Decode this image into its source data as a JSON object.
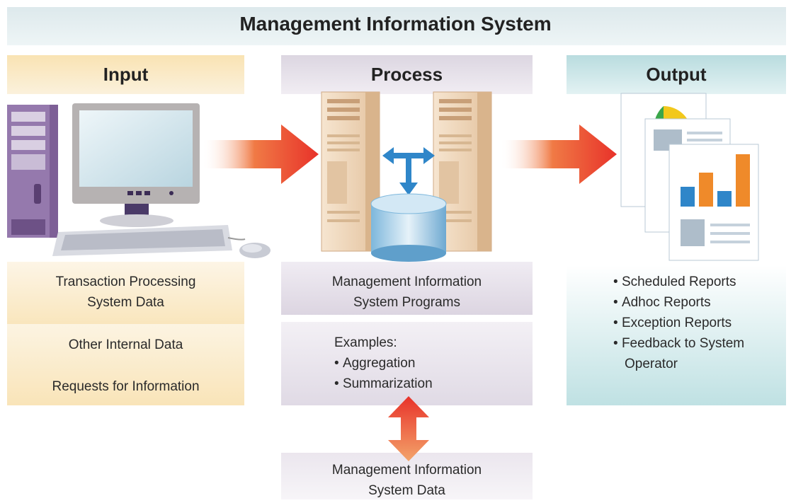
{
  "title": "Management Information System",
  "input": {
    "heading": "Input",
    "item1_line1": "Transaction Processing",
    "item1_line2": "System Data",
    "item2": "Other Internal Data",
    "item3": "Requests for Information"
  },
  "process": {
    "heading": "Process",
    "programs_line1": "Management Information",
    "programs_line2": "System Programs",
    "examples_label": "Examples:",
    "examples": [
      "Aggregation",
      "Summarization"
    ],
    "data_line1": "Management Information",
    "data_line2": "System Data"
  },
  "output": {
    "heading": "Output",
    "reports": [
      "Scheduled Reports",
      "Adhoc Reports",
      "Exception Reports",
      "Feedback to System"
    ],
    "reports_continuation": "Operator"
  },
  "colors": {
    "arrow_red": "#e8322a",
    "arrow_orange": "#f07a45",
    "bar_blue": "#2f86c9",
    "bar_orange": "#ef8a2a",
    "pie_green": "#3aa64a",
    "pie_yellow": "#f2c81c",
    "pie_red": "#e23a2a"
  },
  "icons": [
    "desktop-computer-icon",
    "server-icon",
    "database-icon",
    "report-documents-icon"
  ]
}
